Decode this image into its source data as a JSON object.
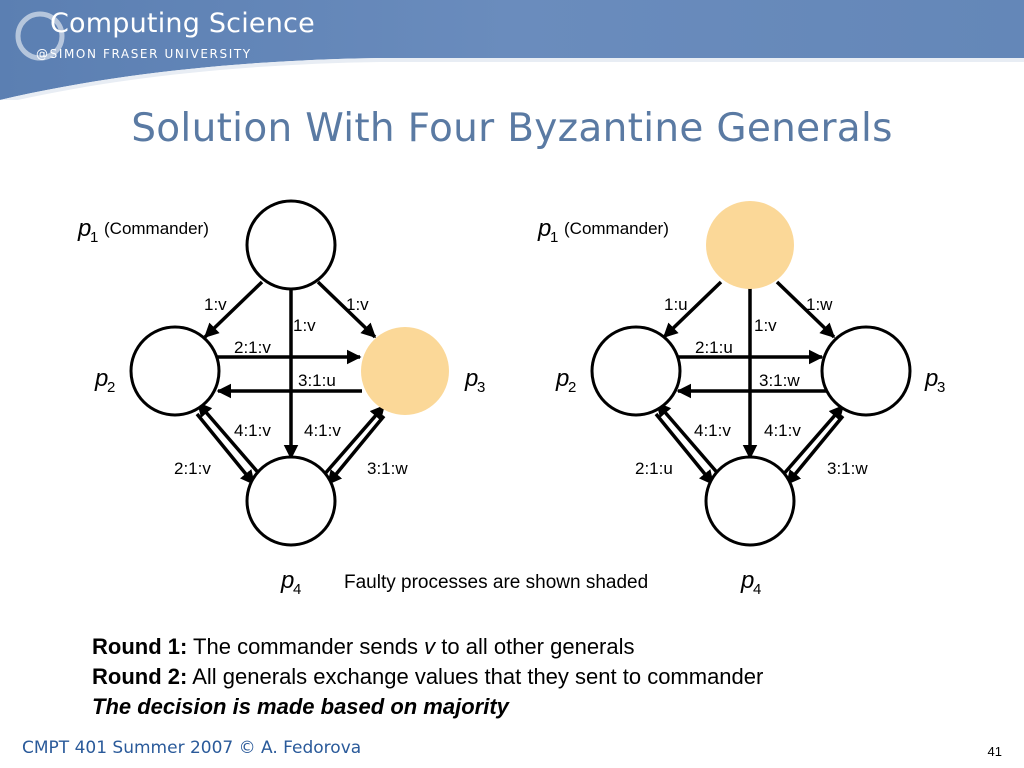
{
  "header": {
    "logo_title": "Computing Science",
    "logo_subtitle": "@SIMON FRASER UNIVERSITY"
  },
  "slide": {
    "title": "Solution With Four Byzantine Generals",
    "caption": "Faulty processes are shown shaded"
  },
  "colors": {
    "title": "#5a7aa3",
    "faulty_fill": "#fbd898",
    "header_band": "#6487b8"
  },
  "diagrams": [
    {
      "commander_note": "(Commander)",
      "processes": {
        "p1": "p",
        "p2": "p",
        "p3": "p",
        "p4": "p"
      },
      "subscripts": {
        "p1": "1",
        "p2": "2",
        "p3": "3",
        "p4": "4"
      },
      "faulty": "p3",
      "labels": {
        "p1_to_p2": "1:v",
        "p1_to_p3": "1:v",
        "p1_to_p4": "1:v",
        "p2_to_p3": "2:1:v",
        "p3_to_p2": "3:1:u",
        "p2_p4_up": "4:1:v",
        "p3_p4_up": "4:1:v",
        "p2_to_p4": "2:1:v",
        "p3_to_p4": "3:1:w"
      }
    },
    {
      "commander_note": "(Commander)",
      "processes": {
        "p1": "p",
        "p2": "p",
        "p3": "p",
        "p4": "p"
      },
      "subscripts": {
        "p1": "1",
        "p2": "2",
        "p3": "3",
        "p4": "4"
      },
      "faulty": "p1",
      "labels": {
        "p1_to_p2": "1:u",
        "p1_to_p3": "1:w",
        "p1_to_p4": "1:v",
        "p2_to_p3": "2:1:u",
        "p3_to_p2": "3:1:w",
        "p2_p4_up": "4:1:v",
        "p3_p4_up": "4:1:v",
        "p2_to_p4": "2:1:u",
        "p3_to_p4": "3:1:w"
      }
    }
  ],
  "rounds": {
    "r1_label": "Round 1:",
    "r1_text_a": "The commander sends ",
    "r1_var": "v",
    "r1_text_b": " to all other generals",
    "r2_label": "Round 2:",
    "r2_text": "All generals exchange values that they sent to commander",
    "decision": "The decision is made based on majority"
  },
  "footer": {
    "course": "CMPT 401 Summer 2007  © A. Fedorova",
    "page": "41"
  }
}
